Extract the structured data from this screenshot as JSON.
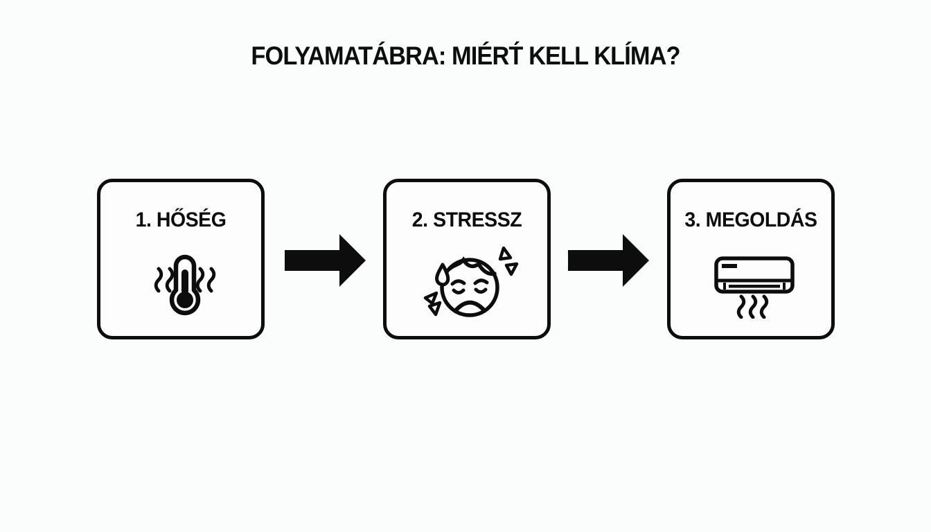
{
  "title": "FOLYAMATÁBRA: MIÉRT́ KELL KLÍMA?",
  "colors": {
    "background": "#fbfcfc",
    "ink": "#0d0d0d"
  },
  "steps": [
    {
      "label": "1. HŐSÉG",
      "icon": "thermometer-heat-icon"
    },
    {
      "label": "2. STRESSZ",
      "icon": "stressed-face-icon"
    },
    {
      "label": "3. MEGOLDÁS",
      "icon": "air-conditioner-icon"
    }
  ],
  "connectors": [
    {
      "icon": "arrow-right-icon"
    },
    {
      "icon": "arrow-right-icon"
    }
  ]
}
